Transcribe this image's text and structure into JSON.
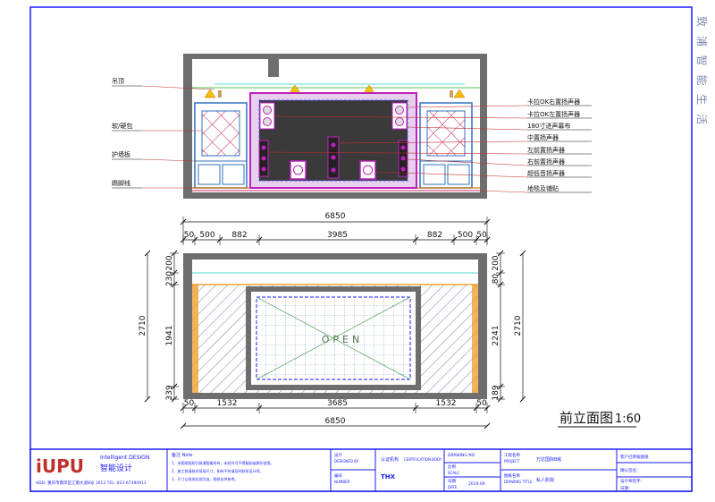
{
  "side_banner": "致 浦 智 能 生 活",
  "callouts_left": [
    "吊顶",
    "软/硬包",
    "护墙板",
    "踢脚线"
  ],
  "callouts_right": [
    "卡拉OK右置扬声器",
    "卡拉OK左置扬声器",
    "180寸进声幕布",
    "中置扬声器",
    "左前置扬声器",
    "右前置扬声器",
    "超低音扬声器",
    "地毯及铺贴"
  ],
  "dims_top": {
    "total": "6850",
    "segments": [
      "50",
      "500",
      "882",
      "3985",
      "882",
      "500",
      "50"
    ]
  },
  "dims_bottom": {
    "total": "6850",
    "segments": [
      "50",
      "1532",
      "3685",
      "1532",
      "50"
    ]
  },
  "dims_left": {
    "total": "2710",
    "segments": [
      "200",
      "230",
      "1941",
      "339"
    ]
  },
  "dims_right": {
    "total": "2710",
    "segments": [
      "200",
      "80",
      "2241",
      "189"
    ]
  },
  "open_label": "OPEN",
  "view_title": "前立面图",
  "view_scale": "1:60",
  "title_block": {
    "logo": "iUPU",
    "logo_sub": "Intelligent DESIGN",
    "logo_cn": "智能设计",
    "address": "ADD: 重庆市南岸区江南大道8号 1613 TEL: 023-67390911",
    "notes_title": "备注 Note",
    "notes": [
      "1、本图纸版权归致浦智能所有，未经许可不得复制或挪作他用。",
      "2、施工前请核对现场尺寸，如有不符请及时联系设计师。",
      "3、尺寸以现场实测为准，图纸仅供参考。"
    ],
    "designer_label": "设计",
    "designer_en": "DESIGNED BY",
    "number_label": "编号",
    "number_en": "NUMBER",
    "approve_label": "认证机构",
    "approve_value": "CERTIFICATION BODY",
    "brand_mark": "THX",
    "drawing_no_label": "DRAWING NO.",
    "scale_label": "比例",
    "scale_en": "SCALE",
    "date_label": "日期",
    "date_en": "DATE",
    "date_value": "2019.09",
    "project_label": "工程名称",
    "project_en": "PROJECT",
    "project_value": "万达国际B栋",
    "drawing_title_label": "图纸名称",
    "drawing_title_en": "DRAWING TITLE",
    "drawing_title_value": "私人影院",
    "client_label": "客户已审核图纸",
    "client_sign_label": "确认签名：",
    "designer_sign_label": "设计师签字：",
    "date_sign_label": "日期："
  }
}
